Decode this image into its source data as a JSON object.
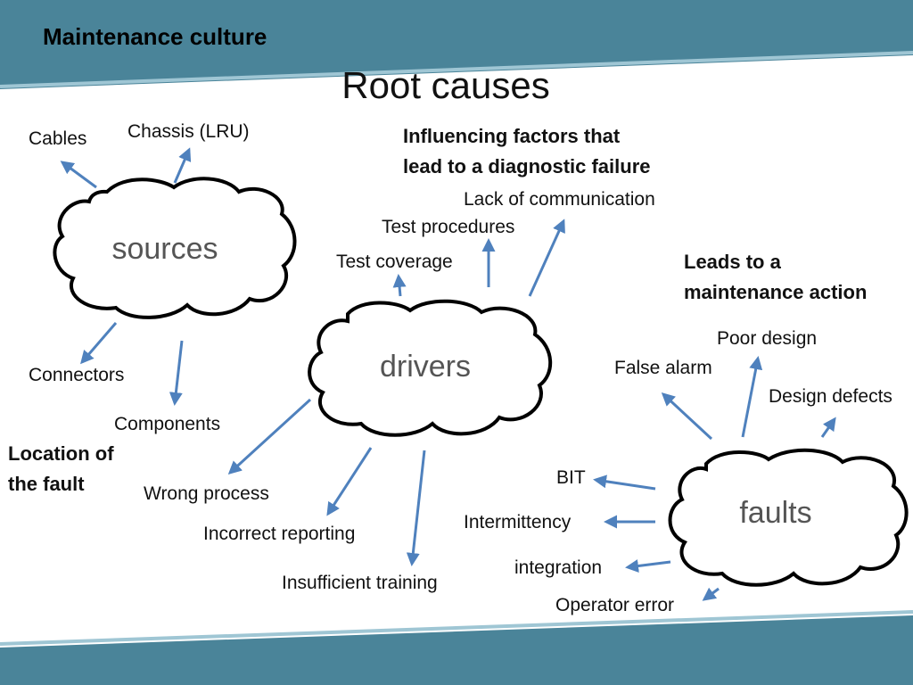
{
  "header": {
    "title": "Maintenance culture"
  },
  "slide": {
    "title": "Root causes"
  },
  "clusters": {
    "sources": {
      "cloud_label": "sources",
      "caption": [
        "Location of",
        "the fault"
      ],
      "items": [
        "Cables",
        "Chassis (LRU)",
        "Connectors",
        "Components"
      ]
    },
    "drivers": {
      "cloud_label": "drivers",
      "caption": [
        "Influencing factors that",
        "lead to a diagnostic failure"
      ],
      "items": [
        "Test coverage",
        "Test procedures",
        "Lack of communication",
        "Wrong process",
        "Incorrect reporting",
        "Insufficient training"
      ]
    },
    "faults": {
      "cloud_label": "faults",
      "caption": [
        "Leads to a",
        "maintenance action"
      ],
      "items": [
        "Poor design",
        "False alarm",
        "Design defects",
        "BIT",
        "Intermittency",
        "integration",
        "Operator error"
      ]
    }
  },
  "colors": {
    "band": "#4a8499",
    "arrow": "#4f81bd",
    "cloud_stroke": "#000000"
  }
}
